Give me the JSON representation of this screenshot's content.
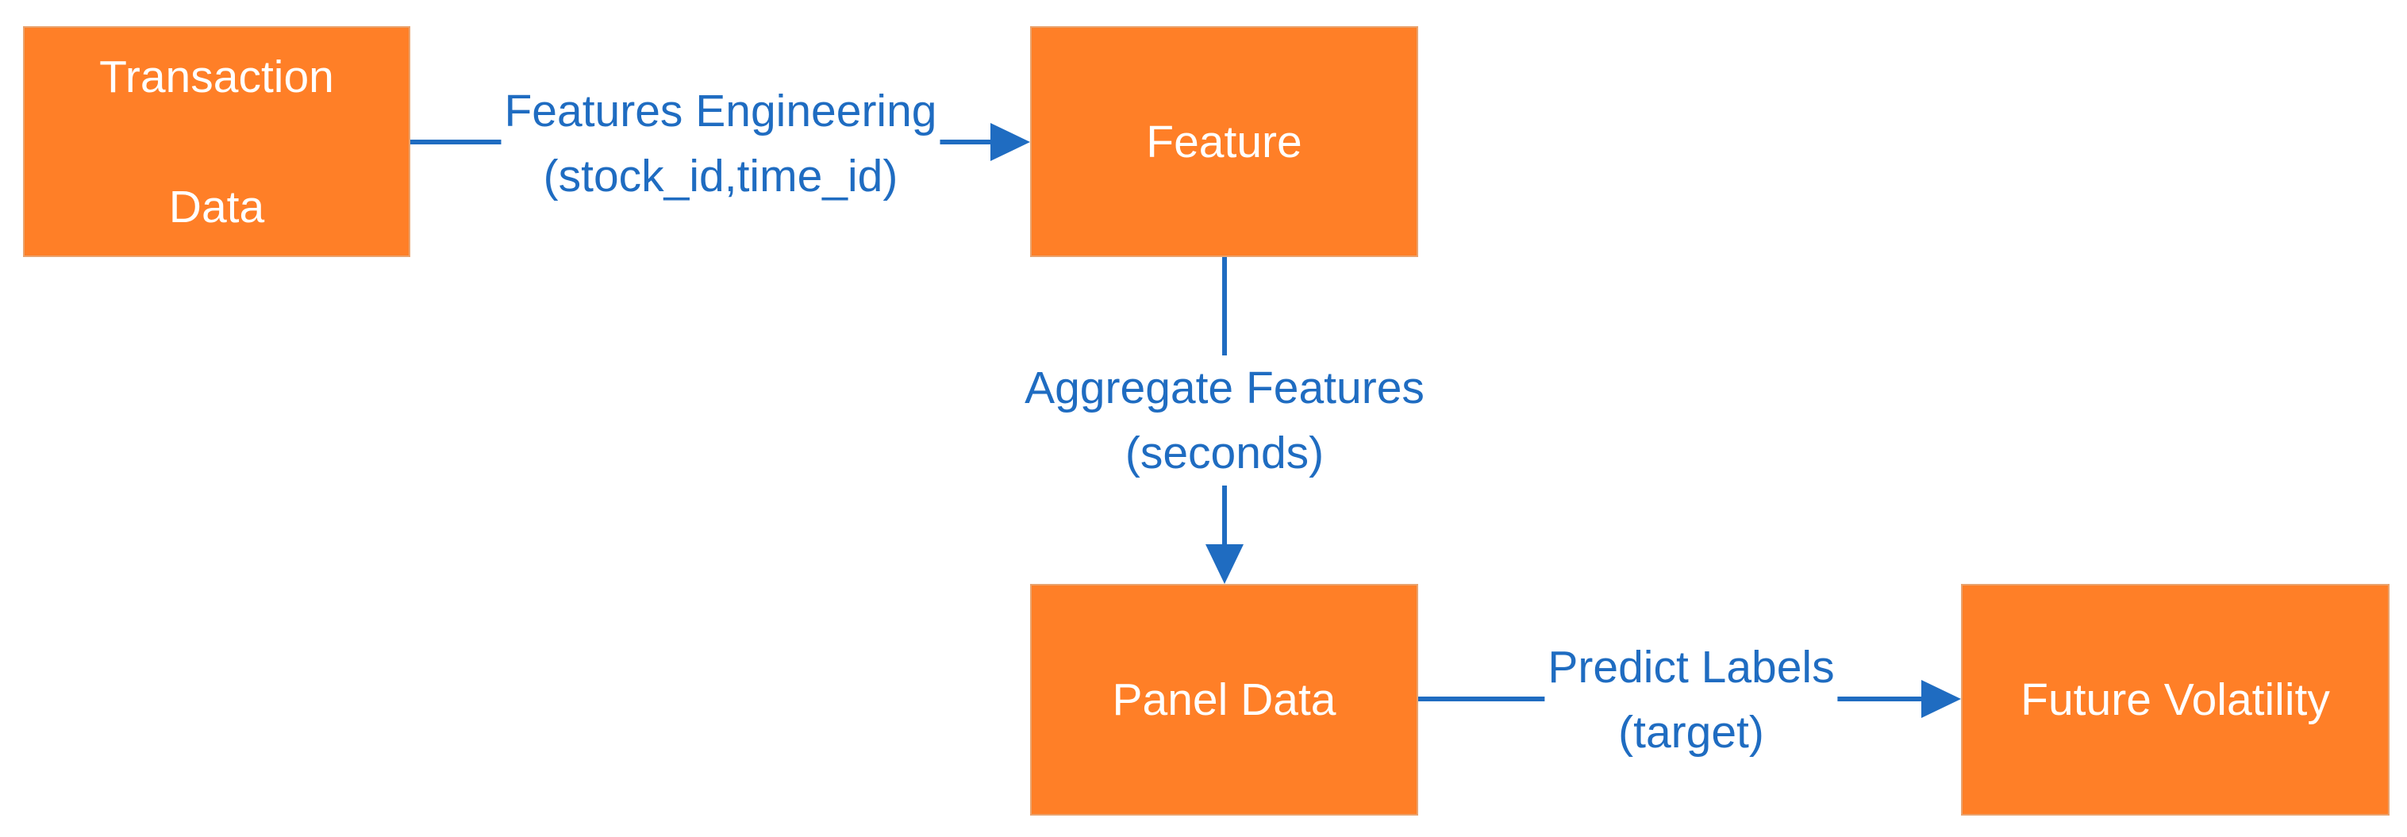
{
  "colors": {
    "node_fill": "#FF7F27",
    "node_text": "#FFFFFF",
    "edge": "#1F6CC1",
    "background": "#FFFFFF"
  },
  "nodes": {
    "transaction_data": {
      "line1": "Transaction",
      "line2": "Data"
    },
    "feature": {
      "label": "Feature"
    },
    "panel_data": {
      "label": "Panel Data"
    },
    "future_volatility": {
      "label": "Future Volatility"
    }
  },
  "edges": {
    "features_engineering": {
      "line1": "Features Engineering",
      "line2": "(stock_id,time_id)"
    },
    "aggregate_features": {
      "line1": "Aggregate Features",
      "line2": "(seconds)"
    },
    "predict_labels": {
      "line1": "Predict Labels",
      "line2": "(target)"
    }
  }
}
